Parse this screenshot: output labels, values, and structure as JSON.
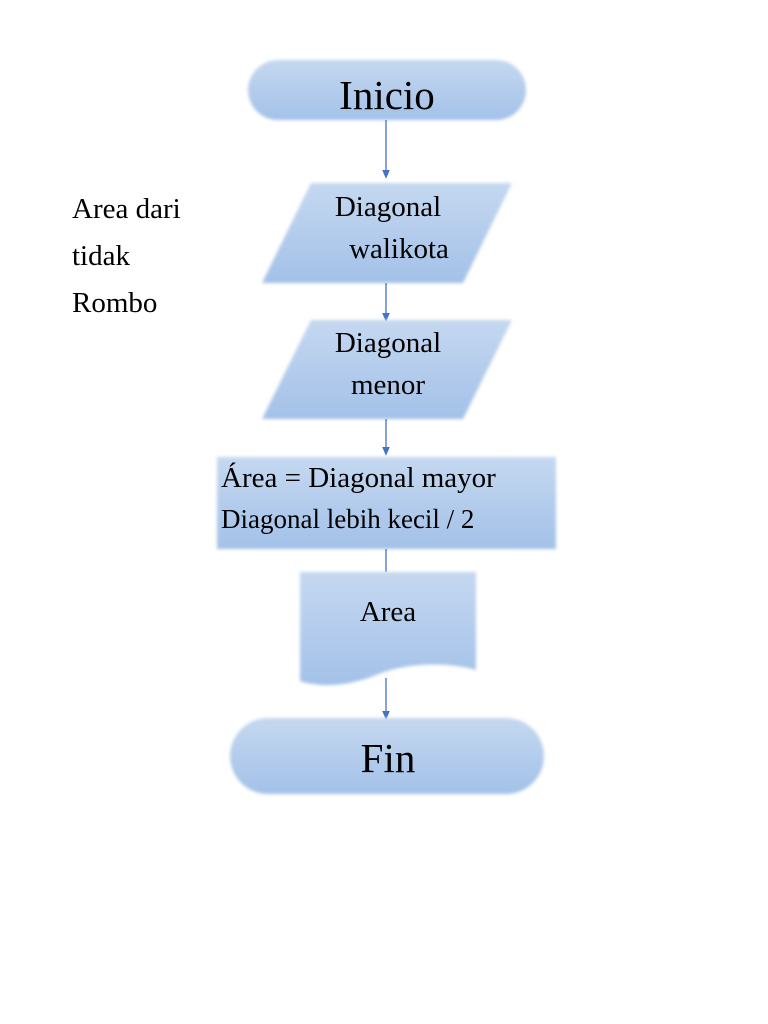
{
  "side_title": {
    "line1": "Area dari",
    "line2": "tidak",
    "line3": "Rombo"
  },
  "nodes": {
    "start": {
      "label": "Inicio"
    },
    "input_major": {
      "line1": "Diagonal",
      "line2": "walikota"
    },
    "input_minor": {
      "line1": "Diagonal",
      "line2": "menor"
    },
    "process": {
      "line1": "Área = Diagonal mayor",
      "line2": "Diagonal lebih kecil / 2"
    },
    "output": {
      "label": "Area"
    },
    "end": {
      "label": "Fin"
    }
  },
  "colors": {
    "shape_light": "#c5d8f0",
    "shape_dark": "#a3c1e8",
    "connector": "#4472c4"
  }
}
